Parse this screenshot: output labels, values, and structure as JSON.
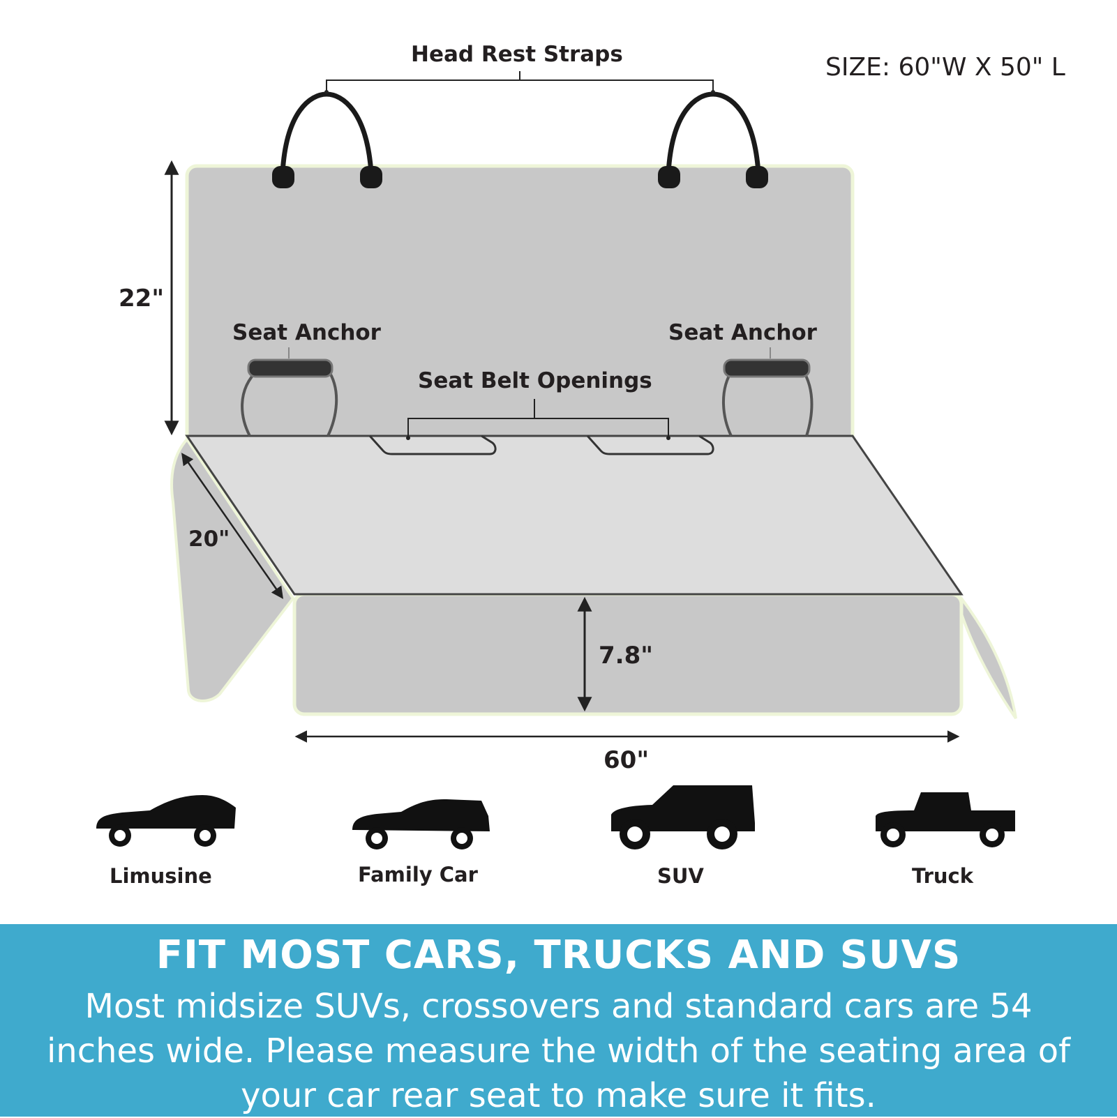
{
  "labels": {
    "head_rest_straps": "Head Rest Straps",
    "size": "SIZE: 60\"W X 50\" L",
    "seat_anchor_left": "Seat Anchor",
    "seat_anchor_right": "Seat Anchor",
    "seat_belt_openings": "Seat Belt Openings",
    "dim_back_height": "22\"",
    "dim_seat_depth": "20\"",
    "dim_front_height": "7.8\"",
    "dim_width": "60\""
  },
  "vehicles": [
    {
      "label": "Limusine",
      "icon": "sedan-icon"
    },
    {
      "label": "Family Car",
      "icon": "wagon-icon"
    },
    {
      "label": "SUV",
      "icon": "suv-icon"
    },
    {
      "label": "Truck",
      "icon": "truck-icon"
    }
  ],
  "banner": {
    "title": "FIT MOST CARS, TRUCKS AND SUVS",
    "body": "Most midsize SUVs, crossovers and standard cars are 54 inches wide. Please measure the width of the seating area of your car rear seat to make sure it fits."
  },
  "colors": {
    "cover_fill": "#c8c8c8",
    "seat_fill": "#dddddd",
    "edge_glow": "#eef5d8",
    "outline": "#444444",
    "banner": "#3faacd",
    "vehicle": "#111111"
  }
}
